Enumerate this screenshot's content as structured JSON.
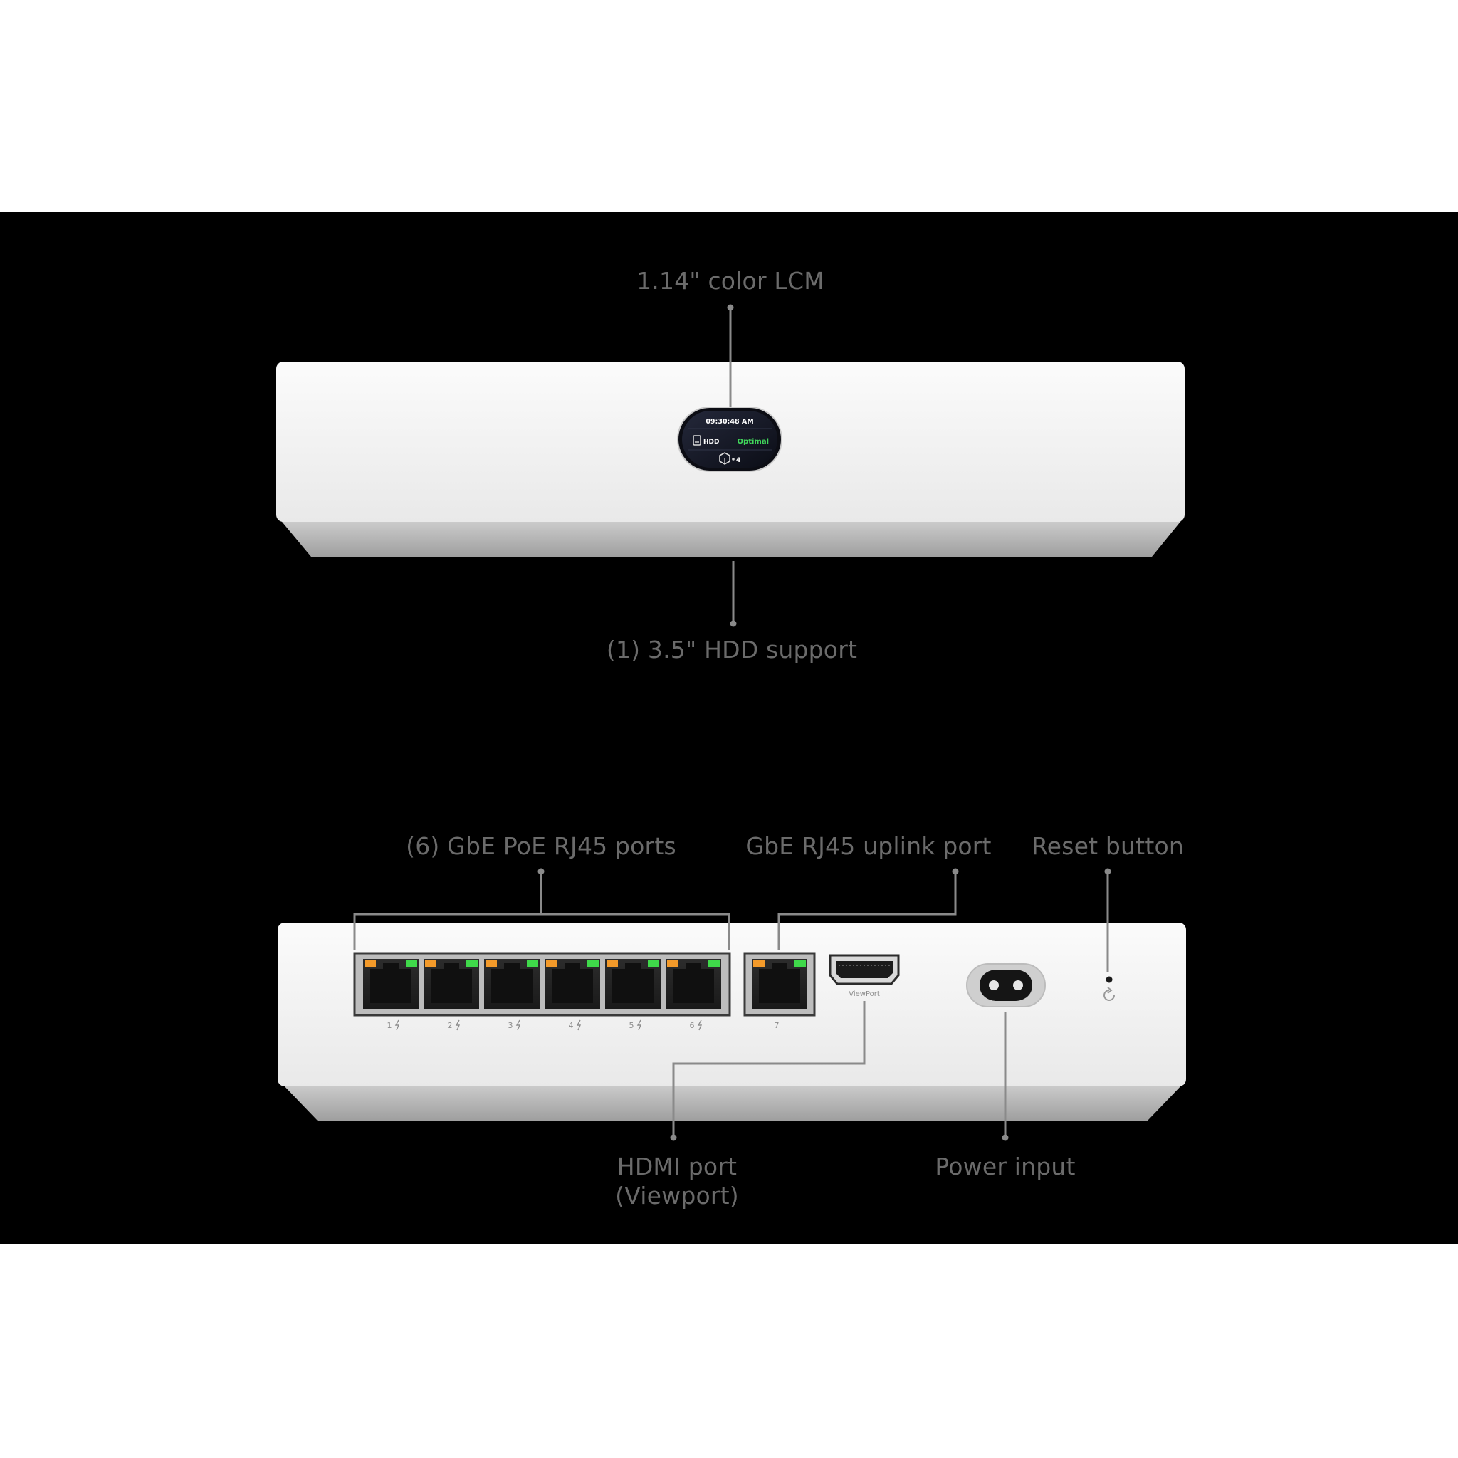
{
  "callouts": {
    "lcm": "1.14\" color LCM",
    "hdd": "(1) 3.5\" HDD support",
    "poe_ports": "(6) GbE PoE RJ45 ports",
    "uplink": "GbE RJ45 uplink port",
    "reset": "Reset button",
    "hdmi_line1": "HDMI port",
    "hdmi_line2": "(Viewport)",
    "power": "Power input"
  },
  "lcm_screen": {
    "time": "09:30:48 AM",
    "hdd_label": "HDD",
    "status": "Optimal",
    "count": "4"
  },
  "port_labels": [
    "1",
    "2",
    "3",
    "4",
    "5",
    "6",
    "7"
  ],
  "hdmi_caption": "ViewPort",
  "colors": {
    "background": "#000000",
    "device_body": "#f2f2f2",
    "callout_text": "#6b6b6b",
    "led_orange": "#f39a2a",
    "led_green": "#3fd94a",
    "status_green": "#41d65b"
  },
  "icons": [
    "poe-lightning-icon",
    "reset-icon",
    "hdd-icon",
    "device-icon"
  ]
}
